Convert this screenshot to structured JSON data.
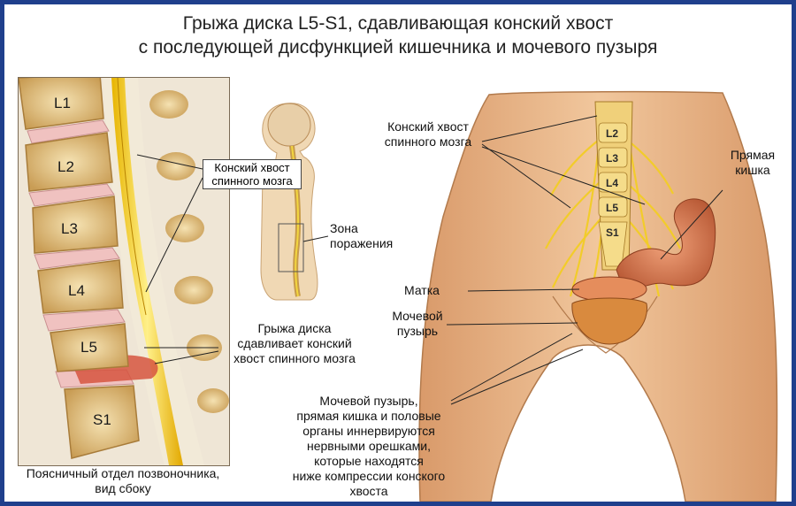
{
  "title": {
    "line1": "Грыжа диска L5-S1, сдавливающая конский хвост",
    "line2": "с последующей дисфункцией кишечника и мочевого пузыря"
  },
  "spine_side": {
    "vertebrae": [
      "L1",
      "L2",
      "L3",
      "L4",
      "L5",
      "S1"
    ],
    "caption_line1": "Поясничный отдел позвоночника,",
    "caption_line2": "вид сбоку",
    "callout_cauda_line1": "Конский хвост",
    "callout_cauda_line2": "спинного мозга",
    "callout_hernia_line1": "Грыжа диска",
    "callout_hernia_line2": "сдавливает конский",
    "callout_hernia_line3": "хвост спинного мозга"
  },
  "body_figure": {
    "zone_line1": "Зона",
    "zone_line2": "поражения"
  },
  "pelvis": {
    "vertebrae": [
      "L2",
      "L3",
      "L4",
      "L5",
      "S1"
    ],
    "cauda_line1": "Конский хвост",
    "cauda_line2": "спинного мозга",
    "rectum_line1": "Прямая",
    "rectum_line2": "кишка",
    "uterus": "Матка",
    "bladder_line1": "Мочевой",
    "bladder_line2": "пузырь",
    "note_lines": [
      "Мочевой пузырь,",
      "прямая кишка и половые",
      "органы иннервируются",
      "нервными орешками,",
      "которые находятся",
      "ниже компрессии конского",
      "хвоста"
    ]
  },
  "colors": {
    "frame": "#1f3f8c",
    "bone": "#e2c48a",
    "disc": "#f0c2c0",
    "nerve": "#f5d640",
    "skin": "#e8b88c",
    "bowel": "#d77a55"
  }
}
